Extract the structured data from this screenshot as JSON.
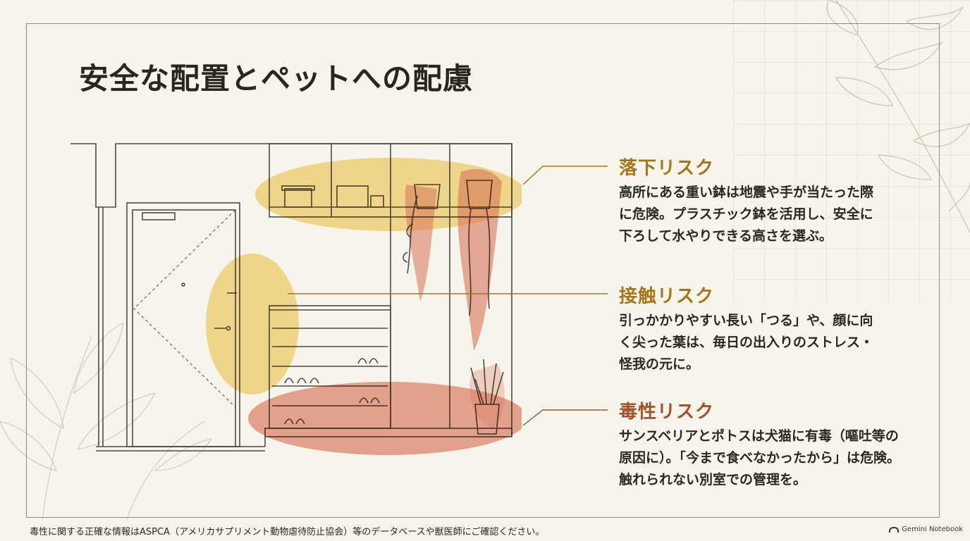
{
  "page": {
    "title": "安全な配置とペットへの配慮",
    "footnote": "毒性に関する正確な情報はASPCA（アメリカサプリメント動物虐待防止協会）等のデータベースや獣医師にご確認ください。",
    "brand": "Gemini Notebook"
  },
  "risks": [
    {
      "title": "落下リスク",
      "color": "#a8761a",
      "lines": [
        "高所にある重い鉢は地震や手が当たった際",
        "に危険。プラスチック鉢を活用し、安全に",
        "下ろして水やりできる高さを選ぶ。"
      ]
    },
    {
      "title": "接触リスク",
      "color": "#a8761a",
      "lines": [
        "引っかかりやすい長い「つる」や、顔に向",
        "く尖った葉は、毎日の出入りのストレス・",
        "怪我の元に。"
      ]
    },
    {
      "title": "毒性リスク",
      "color": "#a0522d",
      "lines": [
        "サンスベリアとポトスは犬猫に有毒（嘔吐等の",
        "原因に）。「今まで食べなかったから」は危険。",
        "触れられない別室での管理を。"
      ]
    }
  ],
  "colors": {
    "highlight_yellow": "#f1c94f",
    "highlight_red": "#e07a5f",
    "line": "#5b5650"
  }
}
